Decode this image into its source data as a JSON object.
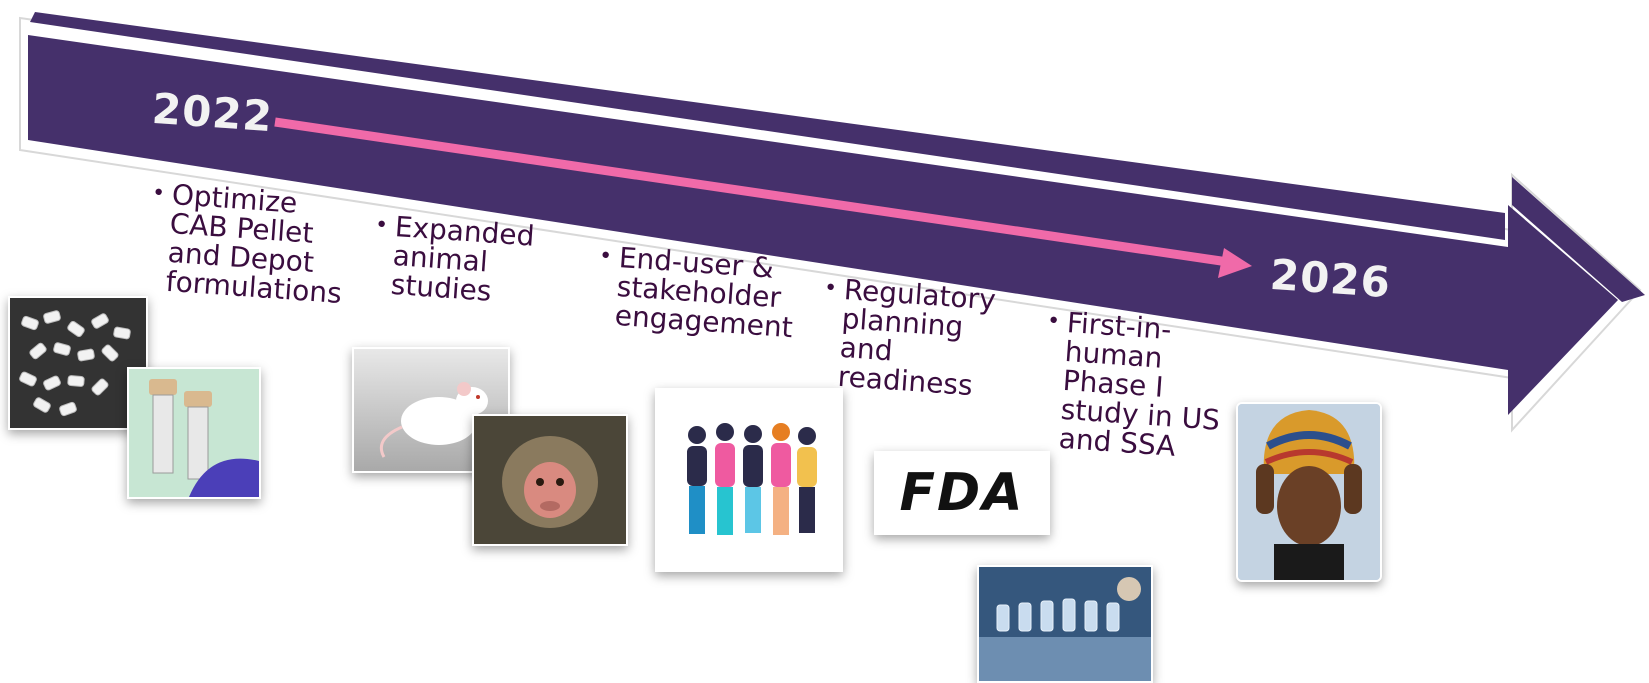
{
  "timeline": {
    "start_year": "2022",
    "end_year": "2026",
    "arrow_color": "#45306b",
    "progress_color": "#f06aa9",
    "text_color": "#3a0d3f"
  },
  "milestones": [
    {
      "lines": [
        "Optimize",
        "CAB Pellet",
        "and Depot",
        "formulations"
      ]
    },
    {
      "lines": [
        "Expanded",
        "animal",
        "studies"
      ]
    },
    {
      "lines": [
        "End-user &",
        "stakeholder",
        "engagement"
      ]
    },
    {
      "lines": [
        "Regulatory",
        "planning",
        "and",
        "readiness"
      ]
    },
    {
      "lines": [
        "First-in-",
        "human",
        "Phase I",
        "study in US",
        "and SSA"
      ]
    }
  ],
  "images": [
    {
      "name": "cab-pellets-photo"
    },
    {
      "name": "sample-tubes-photo"
    },
    {
      "name": "lab-rat-photo"
    },
    {
      "name": "macaque-photo"
    },
    {
      "name": "people-group-illustration"
    },
    {
      "name": "fda-logo",
      "text": "FDA"
    },
    {
      "name": "vial-production-line-photo"
    },
    {
      "name": "woman-headwrap-photo"
    }
  ]
}
